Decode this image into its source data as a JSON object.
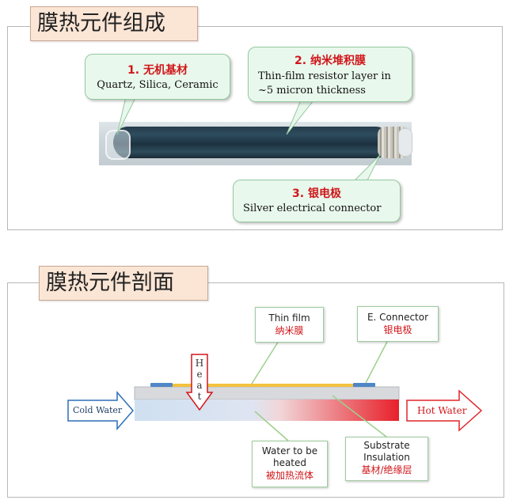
{
  "section1": {
    "title": "膜热元件组成",
    "callouts": [
      {
        "heading": "1. 无机基材",
        "body": [
          "Quartz, Silica, Ceramic"
        ]
      },
      {
        "heading": "2. 纳米堆积膜",
        "body": [
          "Thin-film resistor layer in",
          "~5 micron thickness"
        ]
      },
      {
        "heading": "3. 银电极",
        "body": [
          "Silver electrical connector"
        ]
      }
    ]
  },
  "section2": {
    "title": "膜热元件剖面",
    "labels": {
      "thin_film": {
        "en": "Thin film",
        "cn": "纳米膜"
      },
      "connector": {
        "en": "E. Connector",
        "cn": "银电极"
      },
      "water": {
        "en_line1": "Water to be",
        "en_line2": "heated",
        "cn": "被加热流体"
      },
      "substrate": {
        "en_line1": "Substrate",
        "en_line2": "Insulation",
        "cn": "基材/绝缘层"
      }
    },
    "heat_letters": [
      "H",
      "e",
      "a",
      "t"
    ],
    "cold_water": "Cold Water",
    "hot_water": "Hot Water"
  },
  "colors": {
    "title_bg": "#fbe6d6",
    "callout_bg": "#e9f8ec",
    "heading_red": "#d0161a",
    "film_yellow": "#f3c23e",
    "connector_blue": "#4f86c6",
    "cold_blue": "#2c6fb8",
    "hot_red": "#e0262a"
  }
}
